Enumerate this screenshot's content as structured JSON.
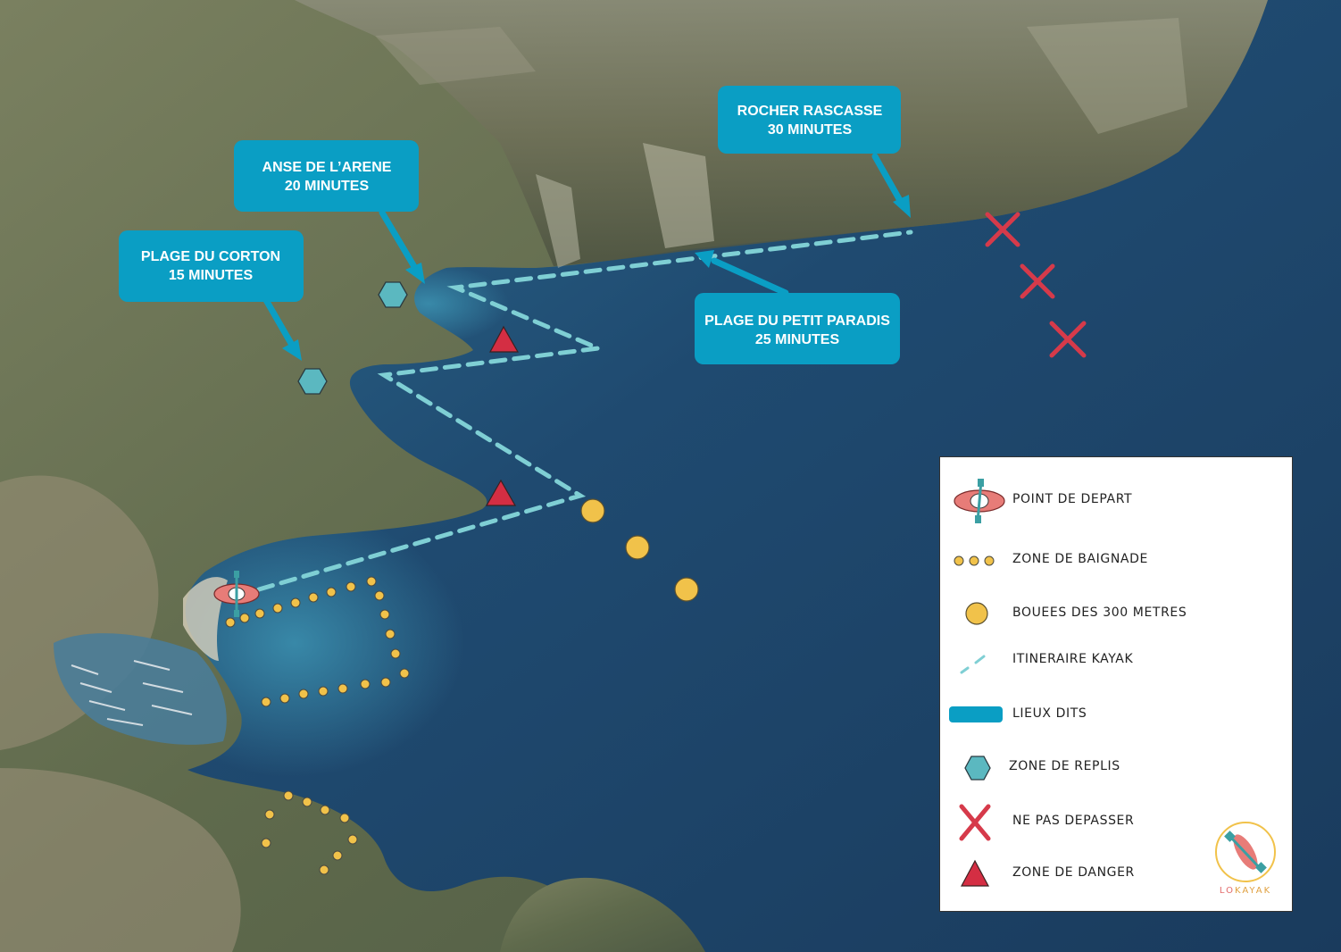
{
  "map": {
    "callouts": [
      {
        "name": "Rocher Rascasse",
        "line1": "ROCHER RASCASSE",
        "line2": "30 MINUTES"
      },
      {
        "name": "Anse de l'Arene",
        "line1": "ANSE DE L’ARENE",
        "line2": "20 MINUTES"
      },
      {
        "name": "Plage du Corton",
        "line1": "PLAGE DU CORTON",
        "line2": "15 MINUTES"
      },
      {
        "name": "Plage du Petit Paradis",
        "line1": "PLAGE DU PETIT PARADIS",
        "line2": "25 MINUTES"
      }
    ],
    "colors": {
      "callout": "#0a9ec4",
      "route": "#7fcfd4",
      "danger": "#d42e43",
      "no_pass": "#d63a4a",
      "buoy": "#f1c24a",
      "refuge": "#5bb8c0",
      "sea_dark": "#1b3e60",
      "sea_light": "#3a86a8",
      "land": "#6d7453"
    }
  },
  "legend": {
    "items": [
      {
        "icon": "kayak-icon",
        "label": "POINT DE DEPART"
      },
      {
        "icon": "dotted-line-icon",
        "label": "ZONE DE BAIGNADE"
      },
      {
        "icon": "buoy-icon",
        "label": "BOUEES DES 300 METRES"
      },
      {
        "icon": "dashed-line-icon",
        "label": "ITINERAIRE KAYAK"
      },
      {
        "icon": "callout-bar-icon",
        "label": "LIEUX DITS"
      },
      {
        "icon": "hexagon-icon",
        "label": "ZONE DE REPLIS"
      },
      {
        "icon": "cross-icon",
        "label": "NE PAS DEPASSER"
      },
      {
        "icon": "triangle-icon",
        "label": "ZONE DE DANGER"
      }
    ],
    "logo": {
      "text_lo": "LO",
      "text_kayak": "KAYAK",
      "color_ring": "#f1c24a",
      "color_lo": "#e36b6b",
      "color_kayak": "#e0a040"
    }
  }
}
